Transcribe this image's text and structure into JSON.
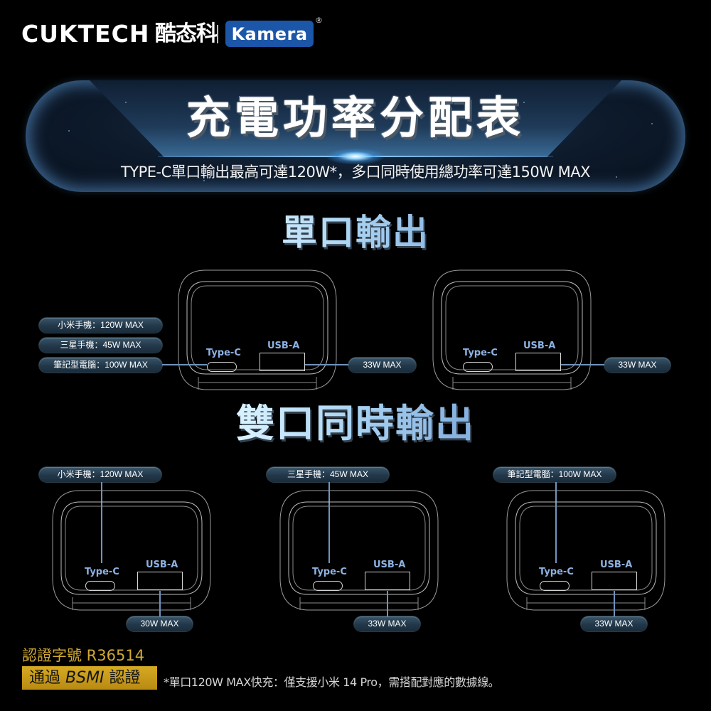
{
  "brand": {
    "cuktech": "CUKTECH",
    "cuktech_cn": "酷态科",
    "partner": "Kamera",
    "registered_mark": "®"
  },
  "banner": {
    "title": "充電功率分配表",
    "subtitle": "TYPE-C單口輸出最高可達120W*，多口同時使用總功率可達150W MAX"
  },
  "single_output": {
    "heading": "單口輸出",
    "devices": [
      {
        "port_typec_label": "Type-C",
        "port_usba_label": "USB-A",
        "typec_options": [
          "小米手機：120W MAX",
          "三星手機：45W MAX",
          "筆記型電腦：100W MAX"
        ],
        "usba_output": null
      },
      {
        "port_typec_label": "Type-C",
        "port_usba_label": "USB-A",
        "usba_output": "33W MAX"
      }
    ],
    "first_usba_output": "33W MAX"
  },
  "dual_output": {
    "heading": "雙口同時輸出",
    "devices": [
      {
        "typec_output": "小米手機：120W MAX",
        "port_typec_label": "Type-C",
        "port_usba_label": "USB-A",
        "usba_output": "30W MAX"
      },
      {
        "typec_output": "三星手機：45W MAX",
        "port_typec_label": "Type-C",
        "port_usba_label": "USB-A",
        "usba_output": "33W MAX"
      },
      {
        "typec_output": "筆記型電腦：100W MAX",
        "port_typec_label": "Type-C",
        "port_usba_label": "USB-A",
        "usba_output": "33W MAX"
      }
    ]
  },
  "footer": {
    "cert_number": "認證字號 R36514",
    "badge_prefix": "通過",
    "badge_bsmi": "BSMI",
    "badge_suffix": "認證",
    "footnote": "*單口120W MAX快充：僅支援小米 14 Pro，需搭配對應的數據線。"
  },
  "colors": {
    "background": "#000000",
    "kamera_blue": "#1b56a8",
    "port_label_blue": "#8db2e3",
    "connector_line": "#6f93bd",
    "pill_bg": "#22384a",
    "cert_gold": "#d1a933",
    "badge_gold": "#c99a1a"
  }
}
